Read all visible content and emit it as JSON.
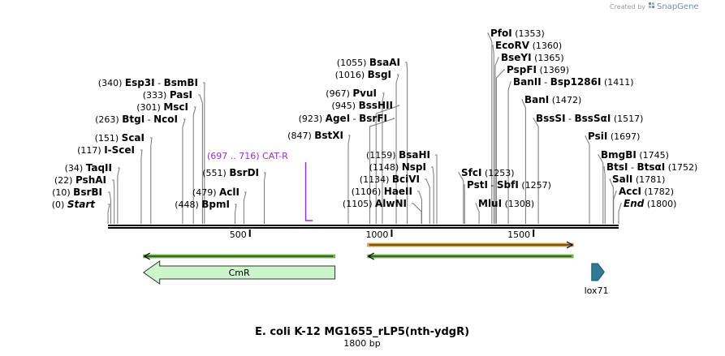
{
  "branding": {
    "created_by": "Created by",
    "logo_text": "SnapGene"
  },
  "map": {
    "title": "E. coli K-12 MG1655_rLP5(nth-ydgR)",
    "length_label": "1800 bp",
    "length": 1800,
    "scale_ticks": [
      {
        "pos": 500,
        "label": "500"
      },
      {
        "pos": 1000,
        "label": "1000"
      },
      {
        "pos": 1500,
        "label": "1500"
      }
    ],
    "primer": {
      "start": 697,
      "end": 716,
      "label": "(697 .. 716)  CAT-R",
      "color": "#9a2fc9"
    },
    "features": [
      {
        "name": "CmR",
        "start": 125,
        "end": 800,
        "direction": "reverse",
        "color": "#ccf5cc",
        "show_label": true
      },
      {
        "name": "lox71",
        "start": 1705,
        "end": 1738,
        "direction": "forward",
        "color": "#317a96",
        "show_label": true
      }
    ],
    "annotation_bars": [
      {
        "start": 125,
        "end": 800,
        "direction": "reverse",
        "color": "#7ec850",
        "outline": "#4b8a2a"
      },
      {
        "start": 915,
        "end": 1640,
        "direction": "reverse",
        "color": "#7ec850",
        "outline": "#4b8a2a"
      },
      {
        "start": 915,
        "end": 1640,
        "direction": "forward",
        "color": "#f2a43a",
        "outline": "#b3692a"
      }
    ],
    "sites_left": [
      {
        "pos_label": "(340)",
        "name": "Esp3I",
        "name2": "BsmBI",
        "site": 340
      },
      {
        "pos_label": "(333)",
        "name": "PasI",
        "site": 333
      },
      {
        "pos_label": "(301)",
        "name": "MscI",
        "site": 301
      },
      {
        "pos_label": "(263)",
        "name": "BtgI",
        "name2": "NcoI",
        "site": 263
      },
      {
        "pos_label": "(151)",
        "name": "ScaI",
        "site": 151
      },
      {
        "pos_label": "(117)",
        "name": "I-SceI",
        "site": 117
      },
      {
        "pos_label": "(34)",
        "name": "TaqII",
        "site": 34
      },
      {
        "pos_label": "(22)",
        "name": "PshAI",
        "site": 22
      },
      {
        "pos_label": "(10)",
        "name": "BsrBI",
        "site": 10
      },
      {
        "pos_label": "(0)",
        "name": "Start",
        "italic": true,
        "site": 0
      },
      {
        "pos_label": "(551)",
        "name": "BsrDI",
        "site": 551
      },
      {
        "pos_label": "(479)",
        "name": "AclI",
        "site": 479
      },
      {
        "pos_label": "(448)",
        "name": "BpmI",
        "site": 448
      }
    ],
    "sites_mid": [
      {
        "pos_label": "(1055)",
        "name": "BsaAI",
        "site": 1055
      },
      {
        "pos_label": "(1016)",
        "name": "BsgI",
        "site": 1016
      },
      {
        "pos_label": "(967)",
        "name": "PvuI",
        "site": 967
      },
      {
        "pos_label": "(945)",
        "name": "BssHII",
        "site": 945
      },
      {
        "pos_label": "(923)",
        "name": "AgeI",
        "name2": "BsrFI",
        "site": 923
      },
      {
        "pos_label": "(847)",
        "name": "BstXI",
        "site": 847
      },
      {
        "pos_label": "(1159)",
        "name": "BsaHI",
        "site": 1159
      },
      {
        "pos_label": "(1148)",
        "name": "NspI",
        "site": 1148
      },
      {
        "pos_label": "(1134)",
        "name": "BciVI",
        "site": 1134
      },
      {
        "pos_label": "(1106)",
        "name": "HaeII",
        "site": 1106
      },
      {
        "pos_label": "(1105)",
        "name": "AlwNI",
        "site": 1105
      }
    ],
    "sites_right": [
      {
        "name": "PfoI",
        "pos_label": "(1353)",
        "site": 1353
      },
      {
        "name": "EcoRV",
        "pos_label": "(1360)",
        "site": 1360
      },
      {
        "name": "BseYI",
        "pos_label": "(1365)",
        "site": 1365
      },
      {
        "name": "PspFI",
        "pos_label": "(1369)",
        "site": 1369
      },
      {
        "name": "BanII",
        "name2": "Bsp1286I",
        "pos_label": "(1411)",
        "site": 1411
      },
      {
        "name": "BanI",
        "pos_label": "(1472)",
        "site": 1472
      },
      {
        "name": "BssSI",
        "name2": "BssSαI",
        "pos_label": "(1517)",
        "site": 1517
      },
      {
        "name": "PsiI",
        "pos_label": "(1697)",
        "site": 1697
      },
      {
        "name": "BmgBI",
        "pos_label": "(1745)",
        "site": 1745
      },
      {
        "name": "BtsI",
        "name2": "BtsαI",
        "pos_label": "(1752)",
        "site": 1752
      },
      {
        "name": "SalI",
        "pos_label": "(1781)",
        "site": 1781
      },
      {
        "name": "AccI",
        "pos_label": "(1782)",
        "site": 1782
      },
      {
        "name": "End",
        "italic": true,
        "pos_label": "(1800)",
        "site": 1800
      },
      {
        "name": "SfcI",
        "pos_label": "(1253)",
        "site": 1253
      },
      {
        "name": "PstI",
        "name2": "SbfI",
        "pos_label": "(1257)",
        "site": 1257
      },
      {
        "name": "MluI",
        "pos_label": "(1308)",
        "site": 1308
      }
    ]
  }
}
